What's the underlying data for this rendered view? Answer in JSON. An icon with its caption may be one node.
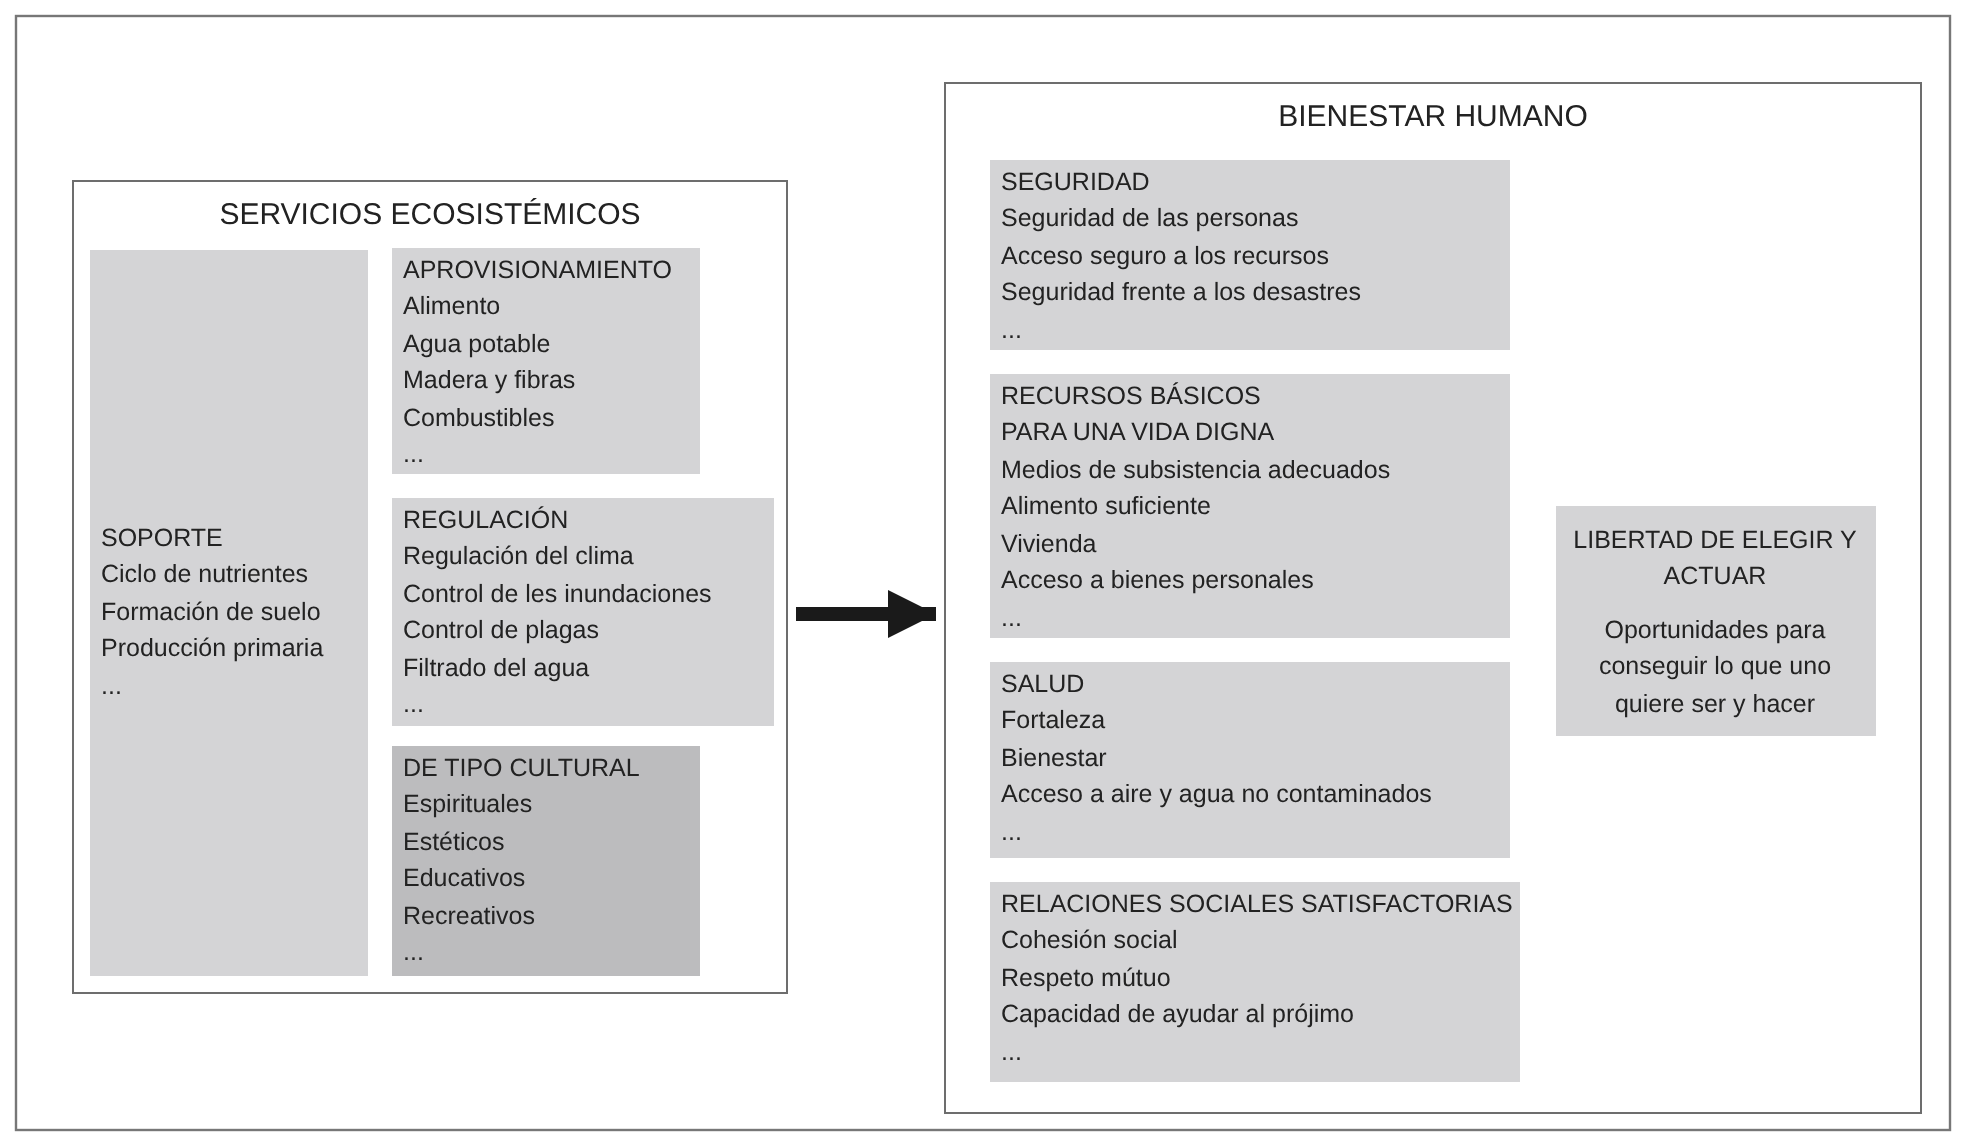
{
  "diagram": {
    "nodes": [
      {
        "text": [
          "SERVICIOS ECOSISTÉMICOS"
        ]
      },
      {
        "text": [
          "SOPORTE",
          "Ciclo de nutrientes",
          "Formación de suelo",
          "Producción primaria",
          "..."
        ],
        "in": 0
      },
      {
        "text": [
          "APROVISIONAMIENTO",
          "Alimento",
          "Agua potable",
          "Madera y fibras",
          "Combustibles",
          "..."
        ],
        "in": 0
      },
      {
        "text": [
          "REGULACIÓN",
          "Regulación del clima",
          "Control de les inundaciones",
          "Control de plagas",
          "Filtrado del agua",
          "..."
        ],
        "in": 0
      },
      {
        "text": [
          "DE TIPO CULTURAL",
          "Espirituales",
          "Estéticos",
          "Educativos",
          "Recreativos",
          "..."
        ],
        "in": 0
      },
      {
        "text": [
          "BIENESTAR HUMANO"
        ]
      },
      {
        "text": [
          "SEGURIDAD",
          "Seguridad de las personas",
          "Acceso seguro a los recursos",
          "Seguridad frente a los desastres",
          "..."
        ],
        "in": 5
      },
      {
        "text": [
          "RECURSOS BÁSICOS PARA UNA VIDA DIGNA",
          "Medios de subsistencia adecuados",
          "Alimento suficiente",
          "Vivienda",
          "Acceso a bienes personales",
          "..."
        ],
        "in": 5
      },
      {
        "text": [
          "SALUD",
          "Fortaleza",
          "Bienestar",
          "Acceso a aire y agua no contaminados",
          "..."
        ],
        "in": 5
      },
      {
        "text": [
          "RELACIONES SOCIALES SATISFACTORIAS",
          "Cohesión social",
          "Respeto mútuo",
          "Capacidad de ayudar al prójimo",
          "..."
        ],
        "in": 5
      },
      {
        "text": [
          "LIBERTAD DE ELEGIR Y ACTUAR",
          "Oportunidades para conseguir lo que uno quiere ser y hacer"
        ],
        "in": 5
      }
    ],
    "edges": [
      {
        "from": 0,
        "to": 5,
        "arrow": "to"
      }
    ]
  }
}
